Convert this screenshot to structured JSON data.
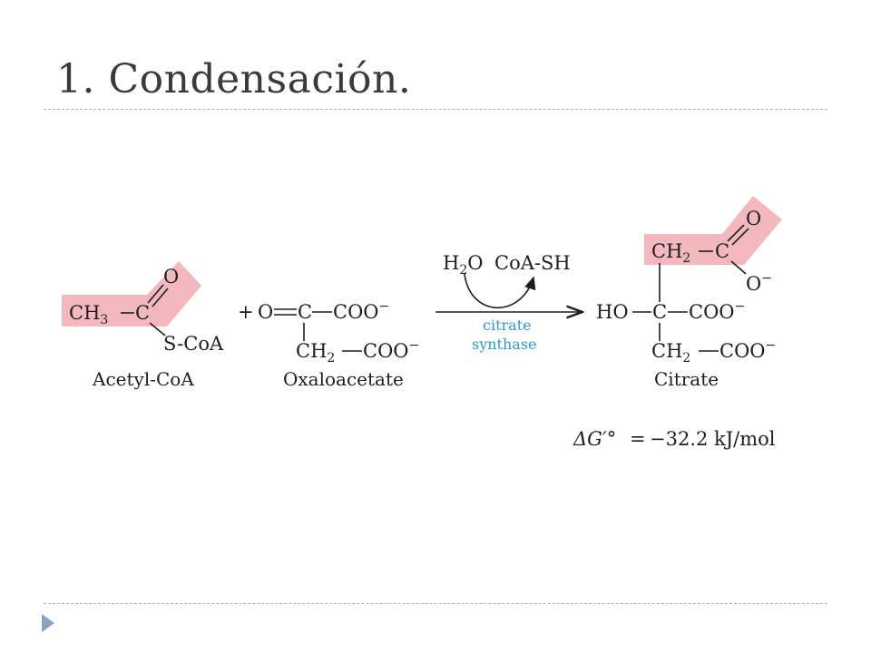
{
  "slide": {
    "title": "1. Condensación."
  },
  "reaction": {
    "acetyl_coa": {
      "ch3": "CH",
      "ch3_sub": "3",
      "c": "C",
      "o": "O",
      "scoa": "S-CoA",
      "name": "Acetyl-CoA"
    },
    "plus": "+",
    "oxaloacetate": {
      "o": "O",
      "c": "C",
      "coo": "COO",
      "charge": "−",
      "ch2": "CH",
      "ch2_sub": "2",
      "coo2": "COO",
      "charge2": "−",
      "name": "Oxaloacetate"
    },
    "arrow": {
      "reactant_h2o": "H",
      "h2o_sub": "2",
      "h2o_o": "O",
      "product_coash": "CoA-SH",
      "enzyme_line1": "citrate",
      "enzyme_line2": "synthase",
      "enzyme_color": "#2b9bd6"
    },
    "citrate": {
      "ch2": "CH",
      "ch2_sub": "2",
      "c_top": "C",
      "o_top": "O",
      "o_minus": "O",
      "o_minus_charge": "−",
      "ho": "HO",
      "c_mid": "C",
      "coo": "COO",
      "charge": "−",
      "ch2_bot": "CH",
      "ch2_bot_sub": "2",
      "coo_bot": "COO",
      "charge_bot": "−",
      "name": "Citrate"
    },
    "energy": {
      "delta": "ΔG′°",
      "equals": "=",
      "value": "−32.2 kJ/mol"
    },
    "highlight_color": "#f2b8bd"
  }
}
